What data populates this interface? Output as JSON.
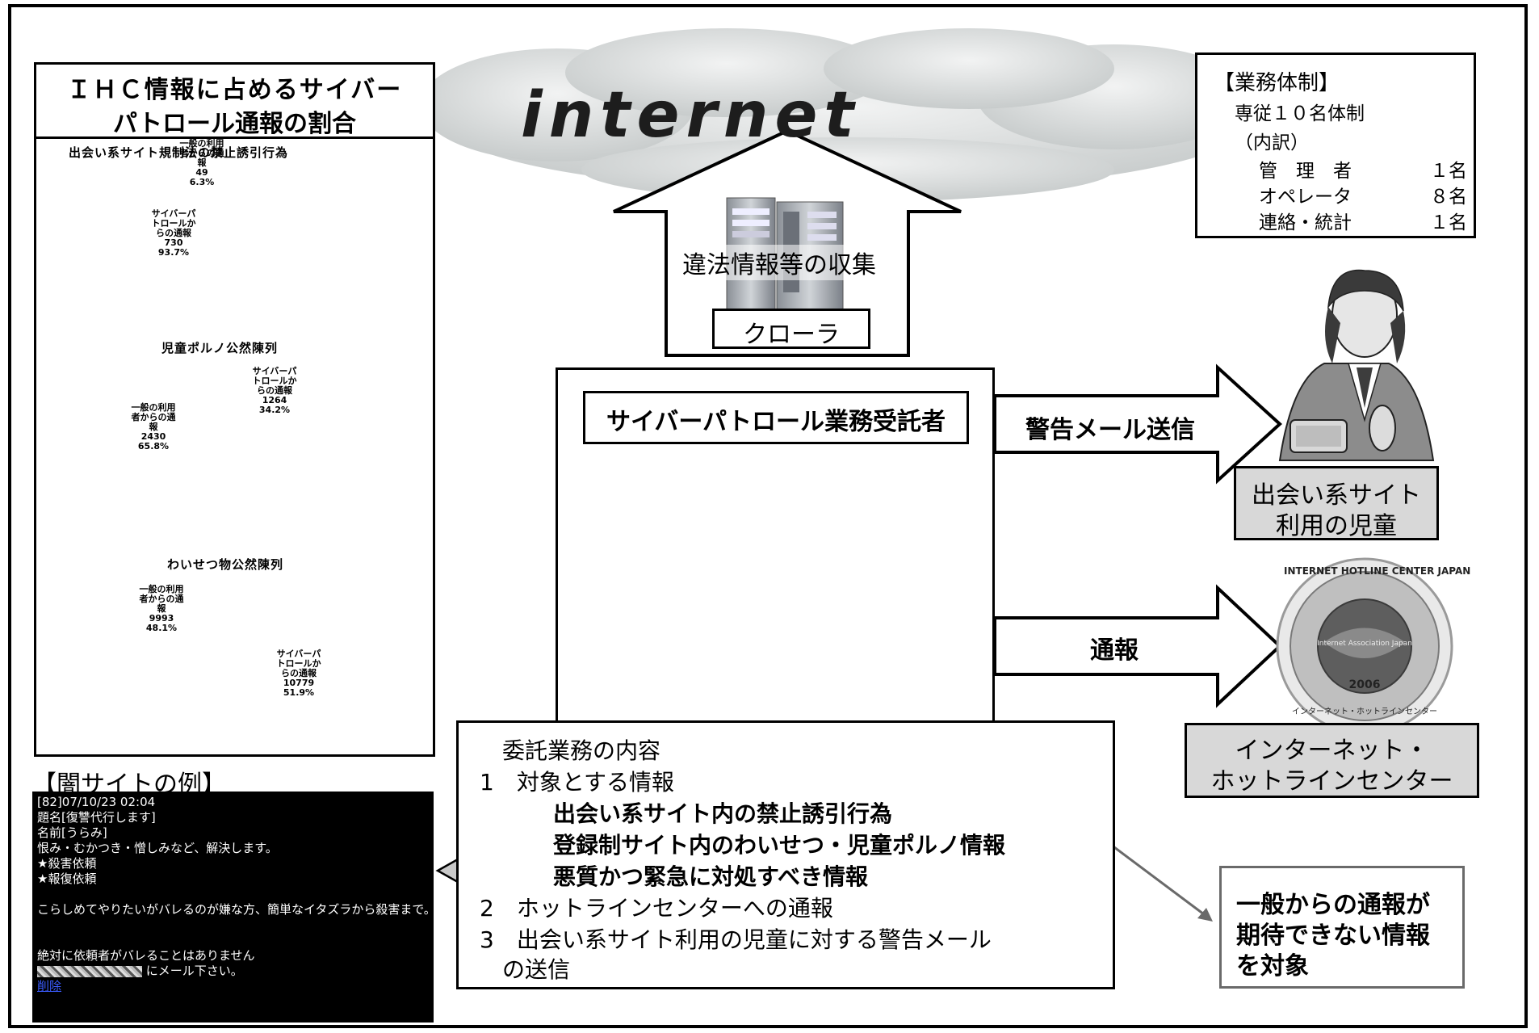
{
  "left_panel": {
    "title_line1": "ＩＨＣ情報に占めるサイバー",
    "title_line2": "パトロール通報の割合"
  },
  "chart_data": [
    {
      "type": "pie",
      "title": "出会い系サイト規制法の禁止誘引行為",
      "slices": [
        {
          "label_lines": [
            "サイバーパ",
            "トロールか",
            "らの通報"
          ],
          "value": 730,
          "percent": "93.7%",
          "color": "#f7c7a6"
        },
        {
          "label_lines": [
            "一般の利用",
            "者からの通",
            "報"
          ],
          "value": 49,
          "percent": "6.3%",
          "color": "#c05353"
        }
      ]
    },
    {
      "type": "pie",
      "title": "児童ポルノ公然陳列",
      "slices": [
        {
          "label_lines": [
            "サイバーパ",
            "トロールか",
            "らの通報"
          ],
          "value": 1264,
          "percent": "34.2%",
          "color": "#f7c7a6"
        },
        {
          "label_lines": [
            "一般の利用",
            "者からの通",
            "報"
          ],
          "value": 2430,
          "percent": "65.8%",
          "color": "#c05353"
        }
      ]
    },
    {
      "type": "pie",
      "title": "わいせつ物公然陳列",
      "slices": [
        {
          "label_lines": [
            "サイバーパ",
            "トロールか",
            "らの通報"
          ],
          "value": 10779,
          "percent": "51.9%",
          "color": "#f7c7a6"
        },
        {
          "label_lines": [
            "一般の利用",
            "者からの通",
            "報"
          ],
          "value": 9993,
          "percent": "48.1%",
          "color": "#c05353"
        }
      ]
    }
  ],
  "internet": {
    "label": "internet"
  },
  "crawler": {
    "collect_label": "違法情報等の収集",
    "crawler_label": "クローラ"
  },
  "contractor": {
    "title": "サイバーパトロール業務受託者"
  },
  "arrows": {
    "warning_mail": "警告メール送信",
    "report": "通報"
  },
  "staffing": {
    "title": "【業務体制】",
    "line1": "専従１０名体制",
    "line2": "（内訳）",
    "rows": [
      {
        "role": "管　理　者",
        "count": "１名"
      },
      {
        "role": "オペレータ",
        "count": "８名"
      },
      {
        "role": "連絡・統計",
        "count": "１名"
      }
    ]
  },
  "child_user": {
    "line1": "出会い系サイト",
    "line2": "利用の児童"
  },
  "ihc": {
    "line1": "インターネット・",
    "line2": "ホットラインセンター",
    "logo_text_top": "INTERNET HOTLINE CENTER JAPAN",
    "logo_text_mid": "Internet Association Japan",
    "logo_year": "2006",
    "logo_text_bottom": "インターネット・ホットラインセンター"
  },
  "dark_site": {
    "heading": "【闇サイトの例】",
    "lines": [
      "[82]07/10/23 02:04",
      "題名[復讐代行します]",
      "名前[うらみ]",
      "恨み・むかつき・憎しみなど、解決します。",
      "★殺害依頼",
      "★報復依頼",
      "",
      "こらしめてやりたいがバレるのが嫌な方、簡単なイタズラから殺害まで。",
      "",
      "",
      "絶対に依頼者がバレることはありません"
    ],
    "mail_suffix": "にメール下さい。",
    "link": "削除"
  },
  "tasks": {
    "heading": "委託業務の内容",
    "item1": "1　対象とする情報",
    "sub1": "出会い系サイト内の禁止誘引行為",
    "sub2": "登録制サイト内のわいせつ・児童ポルノ情報",
    "sub3": "悪質かつ緊急に対処すべき情報",
    "item2": "2　ホットラインセンターへの通報",
    "item3": "3　出会い系サイト利用の児童に対する警告メール",
    "item3b": "の送信"
  },
  "note": {
    "line1": "一般からの通報が",
    "line2": "期待できない情報",
    "line3": "を対象"
  },
  "colors": {
    "pie_patrol": "#f7c7a6",
    "pie_general": "#c05353",
    "gray_box": "#d8d8d8",
    "cloud": "#d9dcdc"
  }
}
